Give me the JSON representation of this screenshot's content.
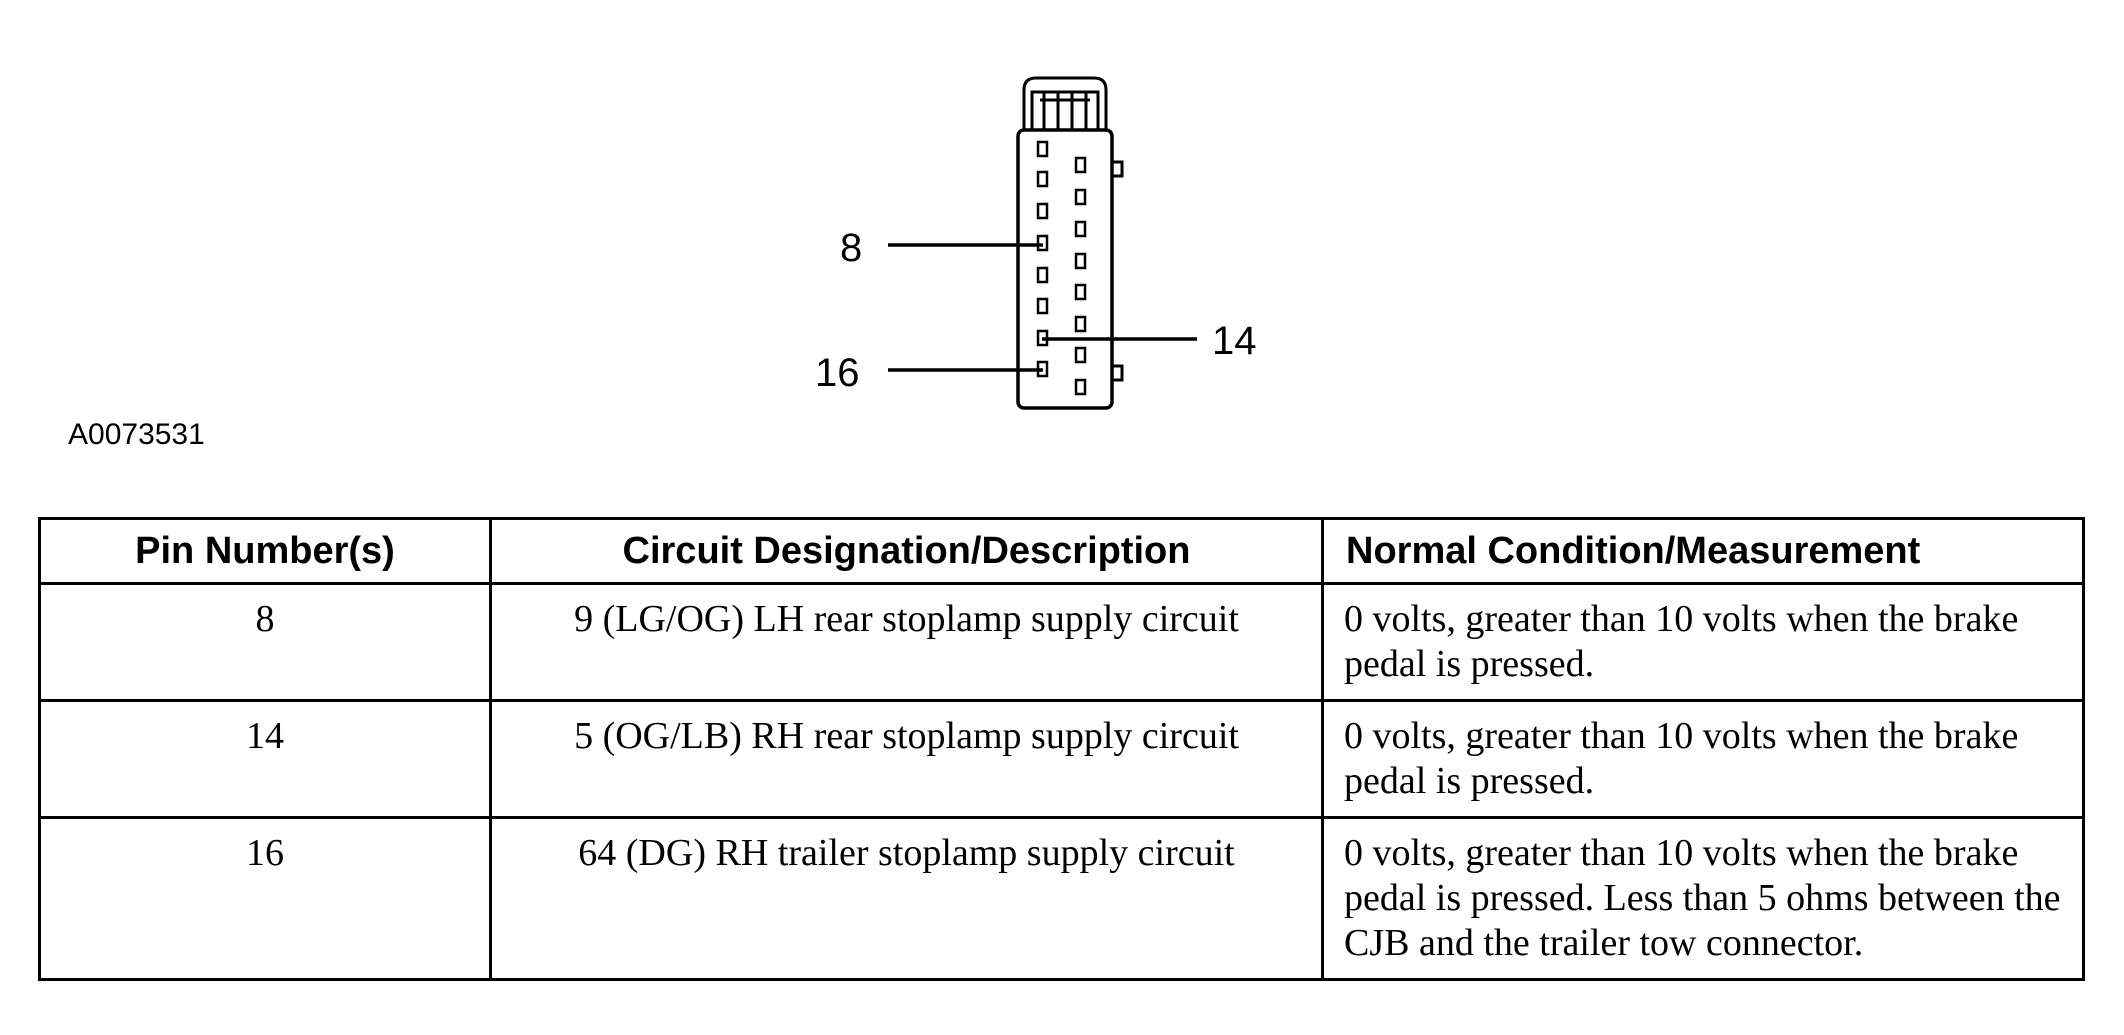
{
  "figure": {
    "figure_id": "A0073531",
    "callouts": [
      {
        "name": "pin-8-callout",
        "label": "8"
      },
      {
        "name": "pin-14-callout",
        "label": "14"
      },
      {
        "name": "pin-16-callout",
        "label": "16"
      }
    ]
  },
  "table": {
    "headers": {
      "pin": "Pin Number(s)",
      "circuit": "Circuit Designation/Description",
      "condition": "Normal Condition/Measurement"
    },
    "rows": [
      {
        "pin": "8",
        "circuit": "9 (LG/OG) LH rear stoplamp supply circuit",
        "condition": "0 volts, greater than 10 volts when the brake pedal is pressed."
      },
      {
        "pin": "14",
        "circuit": "5 (OG/LB) RH rear stoplamp supply circuit",
        "condition": "0 volts, greater than 10 volts when the brake pedal is pressed."
      },
      {
        "pin": "16",
        "circuit": "64 (DG) RH trailer stoplamp supply circuit",
        "condition": "0 volts, greater than 10 volts when the brake pedal is pressed. Less than 5 ohms between the CJB and the trailer tow connector."
      }
    ]
  }
}
